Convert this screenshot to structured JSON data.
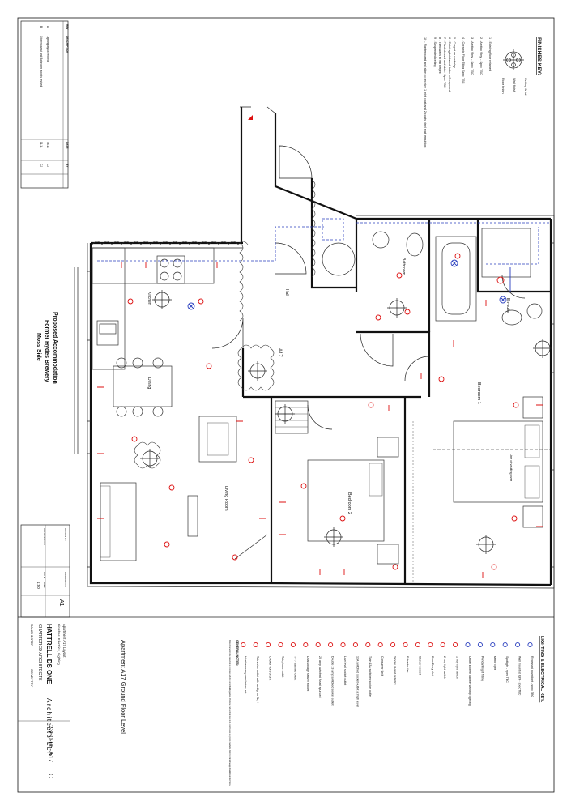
{
  "finishes_key": {
    "title": "FINISHES KEY:",
    "symbol_labels": [
      "Ceiling finish",
      "Wall finish",
      "Floor finish"
    ],
    "notes": [
      "1 - Existing floor retained",
      "2 - Amtico Vinyl - Spec TBC",
      "3 - Amtico Vinyl - Spec TBC",
      "4 - Ceramic Floor Tiling Spec TBC",
      "5 - Carpet on underlay",
      "6 - Existing brickwork to be left exposed",
      "7 - Plasterboard and skim. Spec TBC",
      "8 - Tiled walls to full height",
      "9 - Suspended ceiling",
      "10 - Plasterboard and skim to receive 1 mist coat and 2 coats vinyl matt emulsion"
    ]
  },
  "revisions": {
    "header": [
      "REV",
      "DESCRIPTION",
      "DATE",
      "BY"
    ],
    "rows": [
      [
        "A",
        "Lighting layout revised",
        "06.11",
        "CJ"
      ],
      [
        "B",
        "Kitchen layout and Bathroom layouts revised",
        "11.11",
        "CJ"
      ]
    ]
  },
  "plan": {
    "rooms": {
      "kitchen": "Kitchen",
      "dining": "Dining",
      "living": "Living Room",
      "hall": "Hall",
      "bathroom": "Bathroom",
      "ensuite": "En-suite",
      "bedroom1": "Bedroom 1",
      "bedroom2": "Bedroom 2",
      "apartment_id": "A17",
      "line_note": "Line of vaulting over"
    },
    "project_title": [
      "Proposed Accommodation",
      "Former Hydes Brewery",
      "Moss Side"
    ]
  },
  "lighting_key": {
    "title": "LIGHTING & ELECTRICAL KEY:",
    "items": [
      "Recessed downlight - spec TBC",
      "Wall mounted light - spec TBC",
      "Spotlight - spec TBC",
      "Mirror light",
      "Pendant light fitting",
      "Under kitchen cabinet worktop lighting",
      "1 way light switch",
      "2 way light switch",
      "Door Entry Unit",
      "Shaver socket",
      "Extractor fan",
      "Smoke / Heat detector",
      "Consumer Unit",
      "Twin 13A switched socket outlet",
      "13A switched socket outlet at high level",
      "Low level socket outlet",
      "Double 13 amp switched socket outlet",
      "20 amp switched fused spur unit",
      "Dual voltage shaver socket",
      "TV / Satellite outlet",
      "Telephone outlet",
      "Cooker control unit",
      "Television outlet with facility for Sky+",
      "Heat recovery ventilation unit"
    ],
    "general_notes_title": "GENERAL NOTES:",
    "general_notes": "All electrical work to be carried out in accordance with the current IEE Regulations. Positions of all electrical items to be confirmed on site prior to installation. Refer to M & E drawings for additional information."
  },
  "drawing_title": "Apartment A17 Ground Floor Level",
  "title_block": {
    "project_lines": [
      "Apartment A17 Layout",
      "Finishes, Electrics, Lighting"
    ],
    "drawing_no": "2350-06-A17",
    "rev": "C",
    "scale_label": "Scale",
    "scale": "1:50",
    "sheet": "A1",
    "drawn_label": "DRAWN BY",
    "checked_label": "CHECKED BY",
    "approved_label": "APPROVED BY",
    "date_label": "DATE",
    "firm_name": "HATTRELL DS ONE",
    "firm_tag": "Architects LLP",
    "firm_sub": "CHARTERED ARCHITECTS",
    "offices": [
      "MANCHESTER",
      "COVENTRY"
    ]
  }
}
